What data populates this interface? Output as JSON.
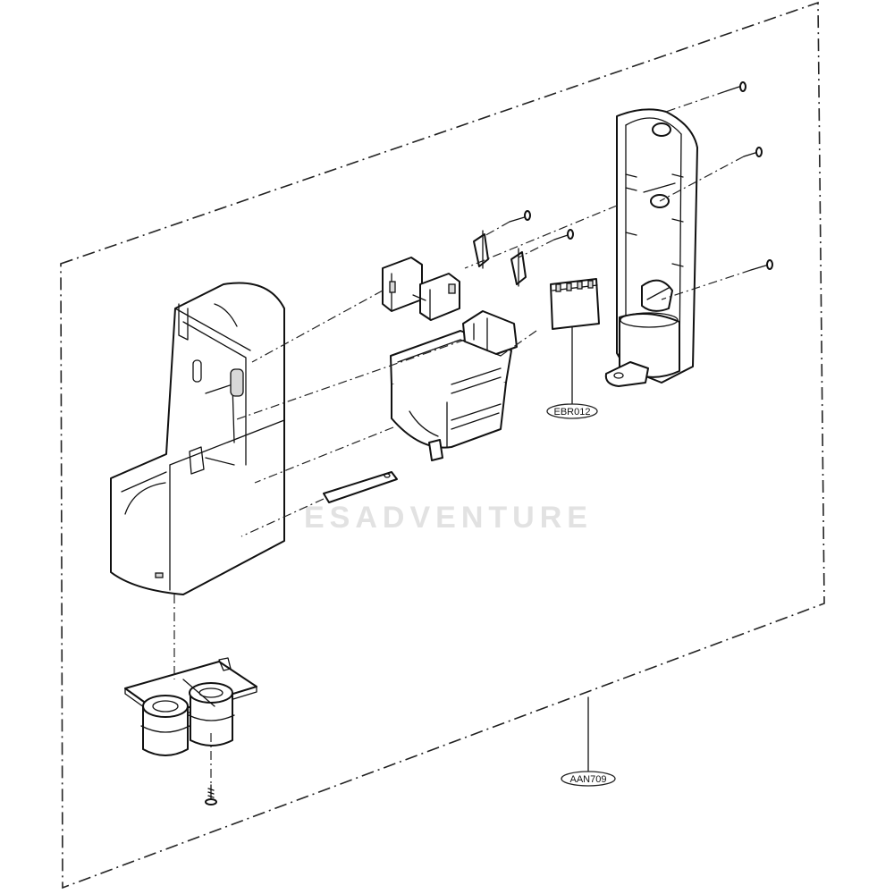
{
  "diagram": {
    "callouts": [
      {
        "id": "ebr",
        "label": "EBR012"
      },
      {
        "id": "aan",
        "label": "AAN709"
      }
    ],
    "watermark": "ESADVENTURE"
  }
}
